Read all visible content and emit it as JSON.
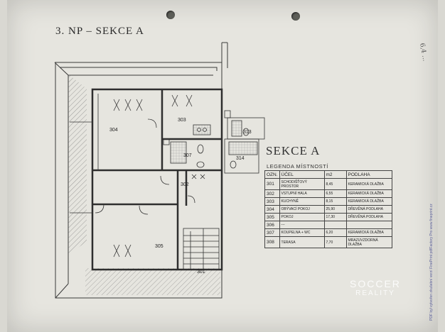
{
  "title": "3. NP – SEKCE A",
  "section_title": "SEKCE A",
  "legend_title": "LEGENDA MÍSTNOSTÍ",
  "legend": {
    "headers": [
      "OZN.",
      "ÚČEL",
      "m2",
      "PODLAHA"
    ],
    "rows": [
      {
        "num": "301",
        "purpose": "SCHODIŠŤOVÝ PROSTOR",
        "area": "8,45",
        "floor": "KERAMICKÁ DLAŽBA"
      },
      {
        "num": "302",
        "purpose": "VSTUPNÍ HALA",
        "area": "6,55",
        "floor": "KERAMICKÁ DLAŽBA"
      },
      {
        "num": "303",
        "purpose": "KUCHYNĚ",
        "area": "8,15",
        "floor": "KERAMICKÁ DLAŽBA"
      },
      {
        "num": "304",
        "purpose": "OBÝVACÍ POKOJ",
        "area": "25,90",
        "floor": "DŘEVĚNÁ PODLAHA"
      },
      {
        "num": "305",
        "purpose": "POKOJ",
        "area": "17,30",
        "floor": "DŘEVĚNÁ PODLAHA"
      },
      {
        "num": "306",
        "purpose": "---",
        "area": "",
        "floor": ""
      },
      {
        "num": "307",
        "purpose": "KOUPELNA + WC",
        "area": "6,20",
        "floor": "KERAMICKÁ DLAŽBA"
      },
      {
        "num": "308",
        "purpose": "TERASA",
        "area": "7,70",
        "floor": "MRAZUVZDORNÁ DLAŽBA"
      }
    ]
  },
  "rooms": {
    "r301": "301",
    "r302": "302",
    "r303": "303",
    "r304": "304",
    "r305": "305",
    "r307": "307",
    "r313": "313",
    "r314": "314"
  },
  "watermark": {
    "brand": "SOCCER",
    "sub": "REALITY"
  },
  "side_note": "PDF byl vytvořen zkušební verzí FinePrint pdfFactory Pro www.fineprint.cz",
  "scribble": "6,4 ...",
  "colors": {
    "paper": "#e6e5df",
    "ink": "#3a3a3a",
    "hatch": "#6b6b6b"
  }
}
